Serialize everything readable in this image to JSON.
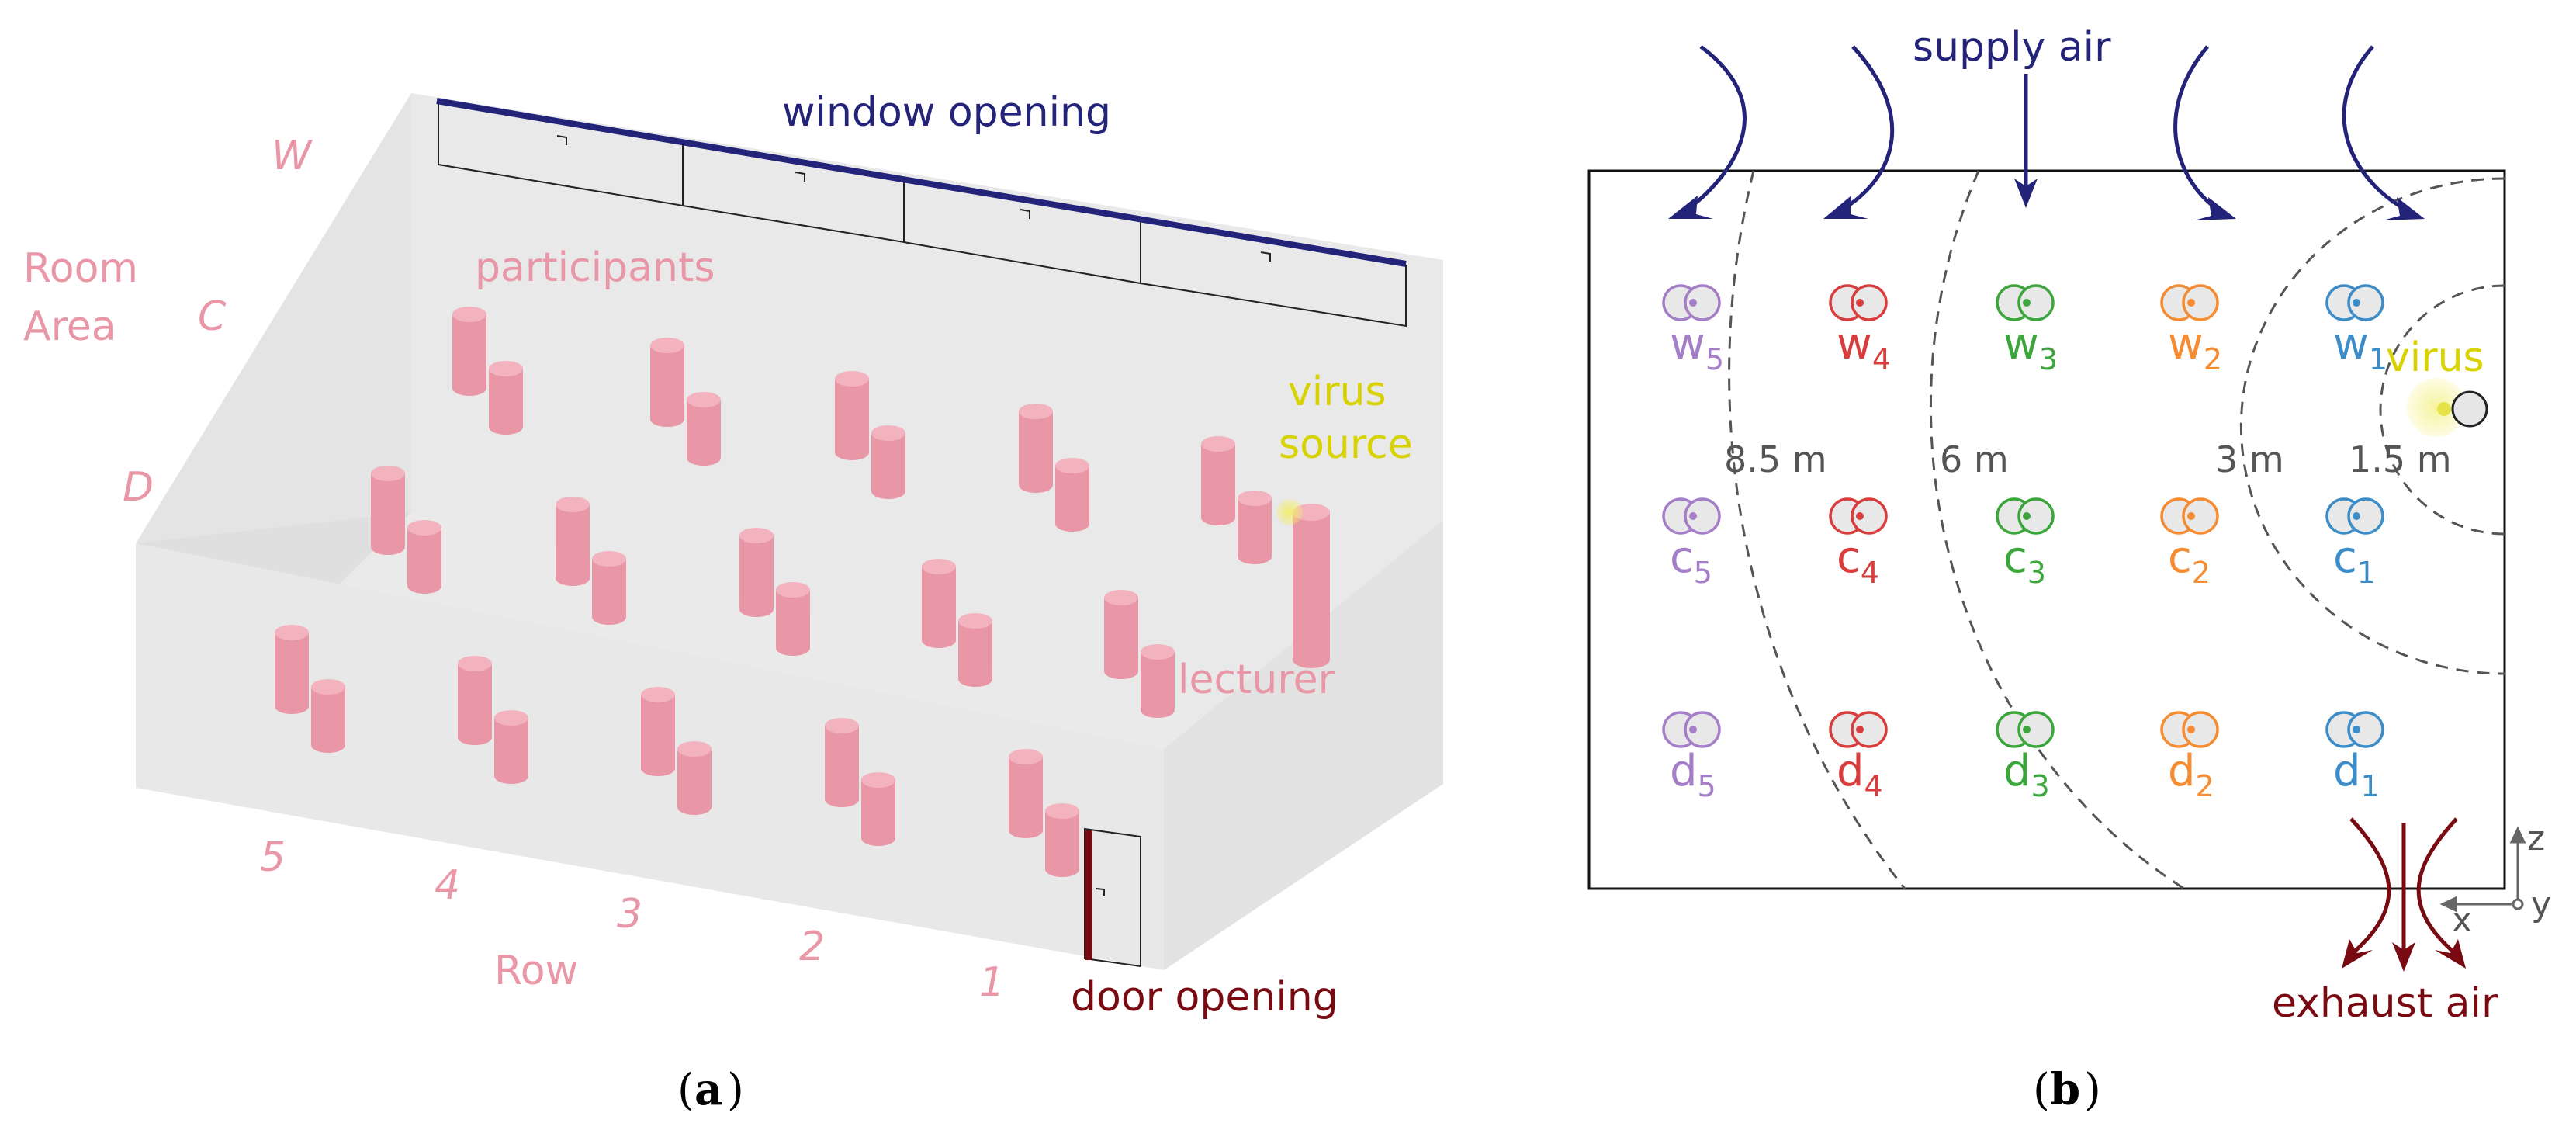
{
  "panel_a": {
    "window_label": "window opening",
    "participants_label": "participants",
    "virus_label": "virus",
    "source_label": "source",
    "lecturer_label": "lecturer",
    "door_label": "door opening",
    "room_area_label_1": "Room",
    "room_area_label_2": "Area",
    "area_W": "W",
    "area_C": "C",
    "area_D": "D",
    "row_label": "Row",
    "rows": [
      "5",
      "4",
      "3",
      "2",
      "1"
    ],
    "caption": "a"
  },
  "panel_b": {
    "supply_label": "supply air",
    "exhaust_label": "exhaust air",
    "virus_label": "virus",
    "distances": [
      "8.5 m",
      "6 m",
      "3 m",
      "1.5 m"
    ],
    "seat_letters": {
      "w": "w",
      "c": "c",
      "d": "d"
    },
    "seat_numbers": [
      "5",
      "4",
      "3",
      "2",
      "1"
    ],
    "axis_z": "z",
    "axis_x": "x",
    "axis_y": "y",
    "caption": "b"
  },
  "colors": {
    "seat_columns": [
      "#a57ec8",
      "#d83c3c",
      "#3ca53c",
      "#f58c32",
      "#3c8cc8"
    ],
    "participants": "#e996a6",
    "supply": "#23237a",
    "exhaust": "#7a0a12",
    "virus": "#e6e34a"
  }
}
